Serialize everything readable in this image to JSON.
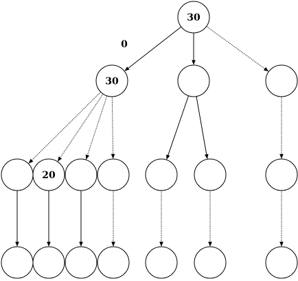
{
  "tree": {
    "root": {
      "value": "30"
    },
    "edge_label": "0",
    "level1": [
      {
        "id": "a",
        "value": "30"
      },
      {
        "id": "b",
        "value": ""
      },
      {
        "id": "c",
        "value": ""
      }
    ],
    "level2": [
      {
        "id": "a1",
        "parent": "a",
        "value": "",
        "edge_style": "dotted"
      },
      {
        "id": "a2",
        "parent": "a",
        "value": "20",
        "edge_style": "dotted"
      },
      {
        "id": "a3",
        "parent": "a",
        "value": "",
        "edge_style": "dotted"
      },
      {
        "id": "a4",
        "parent": "a",
        "value": "",
        "edge_style": "dotted"
      },
      {
        "id": "b1",
        "parent": "b",
        "value": "",
        "edge_style": "solid"
      },
      {
        "id": "b2",
        "parent": "b",
        "value": "",
        "edge_style": "solid"
      },
      {
        "id": "c1",
        "parent": "c",
        "value": "",
        "edge_style": "dotted"
      }
    ],
    "level3": [
      {
        "id": "a1x",
        "parent": "a1",
        "value": "",
        "edge_style": "solid"
      },
      {
        "id": "a2x",
        "parent": "a2",
        "value": "",
        "edge_style": "solid"
      },
      {
        "id": "a3x",
        "parent": "a3",
        "value": "",
        "edge_style": "solid"
      },
      {
        "id": "a4x",
        "parent": "a4",
        "value": "",
        "edge_style": "dotted"
      },
      {
        "id": "b1x",
        "parent": "b1",
        "value": "",
        "edge_style": "dotted"
      },
      {
        "id": "b2x",
        "parent": "b2",
        "value": "",
        "edge_style": "dotted"
      },
      {
        "id": "c1x",
        "parent": "c1",
        "value": "",
        "edge_style": "dotted"
      }
    ],
    "root_edges": [
      {
        "to": "a",
        "style": "solid"
      },
      {
        "to": "b",
        "style": "solid"
      },
      {
        "to": "c",
        "style": "dotted"
      }
    ]
  }
}
